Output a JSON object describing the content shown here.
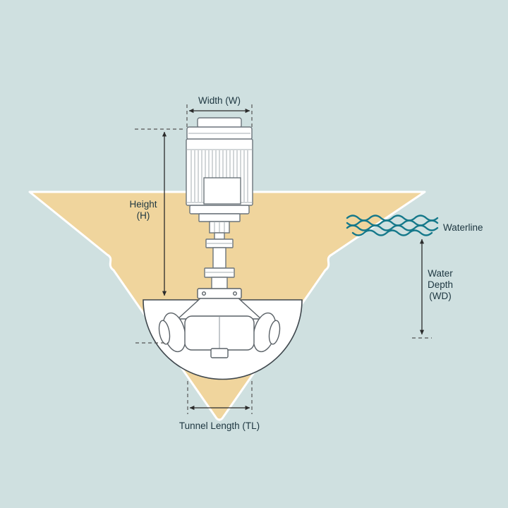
{
  "diagram": {
    "labels": {
      "width": "Width (W)",
      "height_line1": "Height",
      "height_line2": "(H)",
      "waterline": "Waterline",
      "water_depth_line1": "Water",
      "water_depth_line2": "Depth",
      "water_depth_line3": "(WD)",
      "tunnel_length": "Tunnel Length (TL)"
    },
    "colors": {
      "background": "#cfe0e0",
      "hull_fill": "#f0d59d",
      "hull_outline": "#ffffff",
      "tunnel_bowl_fill": "#ffffff",
      "waterline_stroke": "#15788a",
      "dimension_line": "#2b2b2b",
      "dashed_line": "#555555",
      "label_text": "#1d3640",
      "machinery_stroke": "#6b747b"
    }
  }
}
